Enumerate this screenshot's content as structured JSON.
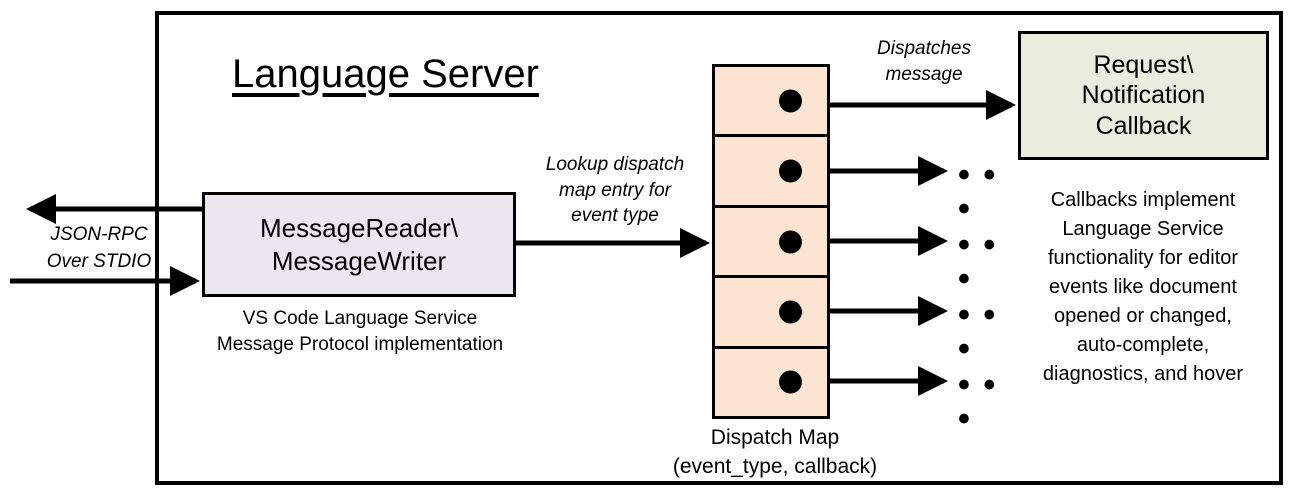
{
  "diagram": {
    "title": "Language Server",
    "outer_frame": {
      "name": "Language Server boundary"
    },
    "message_io": {
      "box_line1": "MessageReader\\",
      "box_line2": "MessageWriter",
      "caption_line1": "VS Code Language Service",
      "caption_line2": "Message Protocol implementation",
      "transport_label_line1": "JSON-RPC",
      "transport_label_line2": "Over STDIO"
    },
    "lookup_label": {
      "line1": "Lookup dispatch",
      "line2": "map entry for",
      "line3": "event type"
    },
    "dispatch_label": {
      "line1": "Dispatches",
      "line2": "message"
    },
    "dispatch_map": {
      "caption_line1": "Dispatch Map",
      "caption_line2": "(event_type, callback)",
      "cell_count": 5,
      "cells": [
        {
          "index": 1,
          "has_dot": true,
          "target": "Request\\Notification Callback"
        },
        {
          "index": 2,
          "has_dot": true,
          "target": "..."
        },
        {
          "index": 3,
          "has_dot": true,
          "target": "..."
        },
        {
          "index": 4,
          "has_dot": true,
          "target": "..."
        },
        {
          "index": 5,
          "has_dot": true,
          "target": "..."
        }
      ],
      "fill_color": "#FBE4D2"
    },
    "callback": {
      "box_line1": "Request\\",
      "box_line2": "Notification",
      "box_line3": "Callback",
      "fill_color": "#E8EEDD",
      "caption_line1": "Callbacks implement",
      "caption_line2": "Language Service",
      "caption_line3": "functionality for editor",
      "caption_line4": "events like document",
      "caption_line5": "opened or changed,",
      "caption_line6": "auto-complete,",
      "caption_line7": "diagnostics, and hover"
    },
    "ellipses": {
      "glyph": "• • •"
    },
    "colors": {
      "stroke": "#000000",
      "message_box_fill": "#EAE7F1",
      "dispatch_map_fill": "#FBE4D2",
      "callback_fill": "#E8EEDD",
      "background": "#FFFFFF"
    }
  }
}
